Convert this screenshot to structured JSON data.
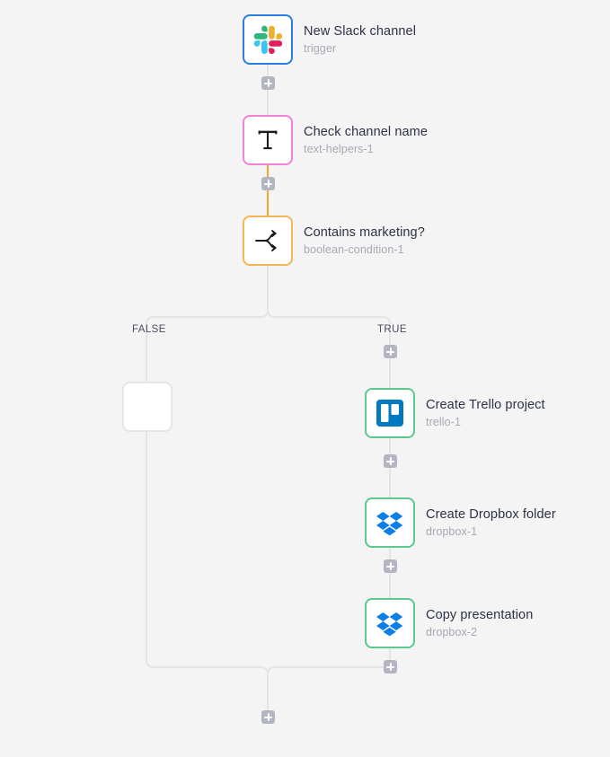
{
  "canvas": {
    "background_color": "#f4f4f5",
    "wire_color": "#e3e4e8",
    "active_wire_color": "#f5a623"
  },
  "nodes": [
    {
      "id": "trigger",
      "title": "New Slack channel",
      "subtitle": "trigger",
      "icon": "slack-icon",
      "border_color": "#2a7de1"
    },
    {
      "id": "text-helpers-1",
      "title": "Check channel name",
      "subtitle": "text-helpers-1",
      "icon": "text-t-icon",
      "border_color": "#f481d8"
    },
    {
      "id": "boolean-condition-1",
      "title": "Contains marketing?",
      "subtitle": "boolean-condition-1",
      "icon": "branch-fork-icon",
      "border_color": "#f6b656"
    },
    {
      "id": "trello-1",
      "title": "Create Trello project",
      "subtitle": "trello-1",
      "icon": "trello-icon",
      "border_color": "#5bc98e"
    },
    {
      "id": "dropbox-1",
      "title": "Create Dropbox folder",
      "subtitle": "dropbox-1",
      "icon": "dropbox-icon",
      "border_color": "#5bc98e"
    },
    {
      "id": "dropbox-2",
      "title": "Copy presentation",
      "subtitle": "dropbox-2",
      "icon": "dropbox-icon",
      "border_color": "#5bc98e"
    },
    {
      "id": "false-placeholder",
      "title": "",
      "subtitle": "",
      "icon": "empty-placeholder",
      "border_color": "#e5e6ea"
    }
  ],
  "branches": {
    "false_label": "FALSE",
    "true_label": "TRUE"
  },
  "add_buttons": [
    {
      "id": "add-after-trigger",
      "label": "+"
    },
    {
      "id": "add-after-text-helpers",
      "label": "+"
    },
    {
      "id": "add-true-first",
      "label": "+"
    },
    {
      "id": "add-after-trello",
      "label": "+"
    },
    {
      "id": "add-after-dropbox-1",
      "label": "+"
    },
    {
      "id": "add-after-dropbox-2",
      "label": "+"
    },
    {
      "id": "add-after-merge",
      "label": "+"
    }
  ]
}
